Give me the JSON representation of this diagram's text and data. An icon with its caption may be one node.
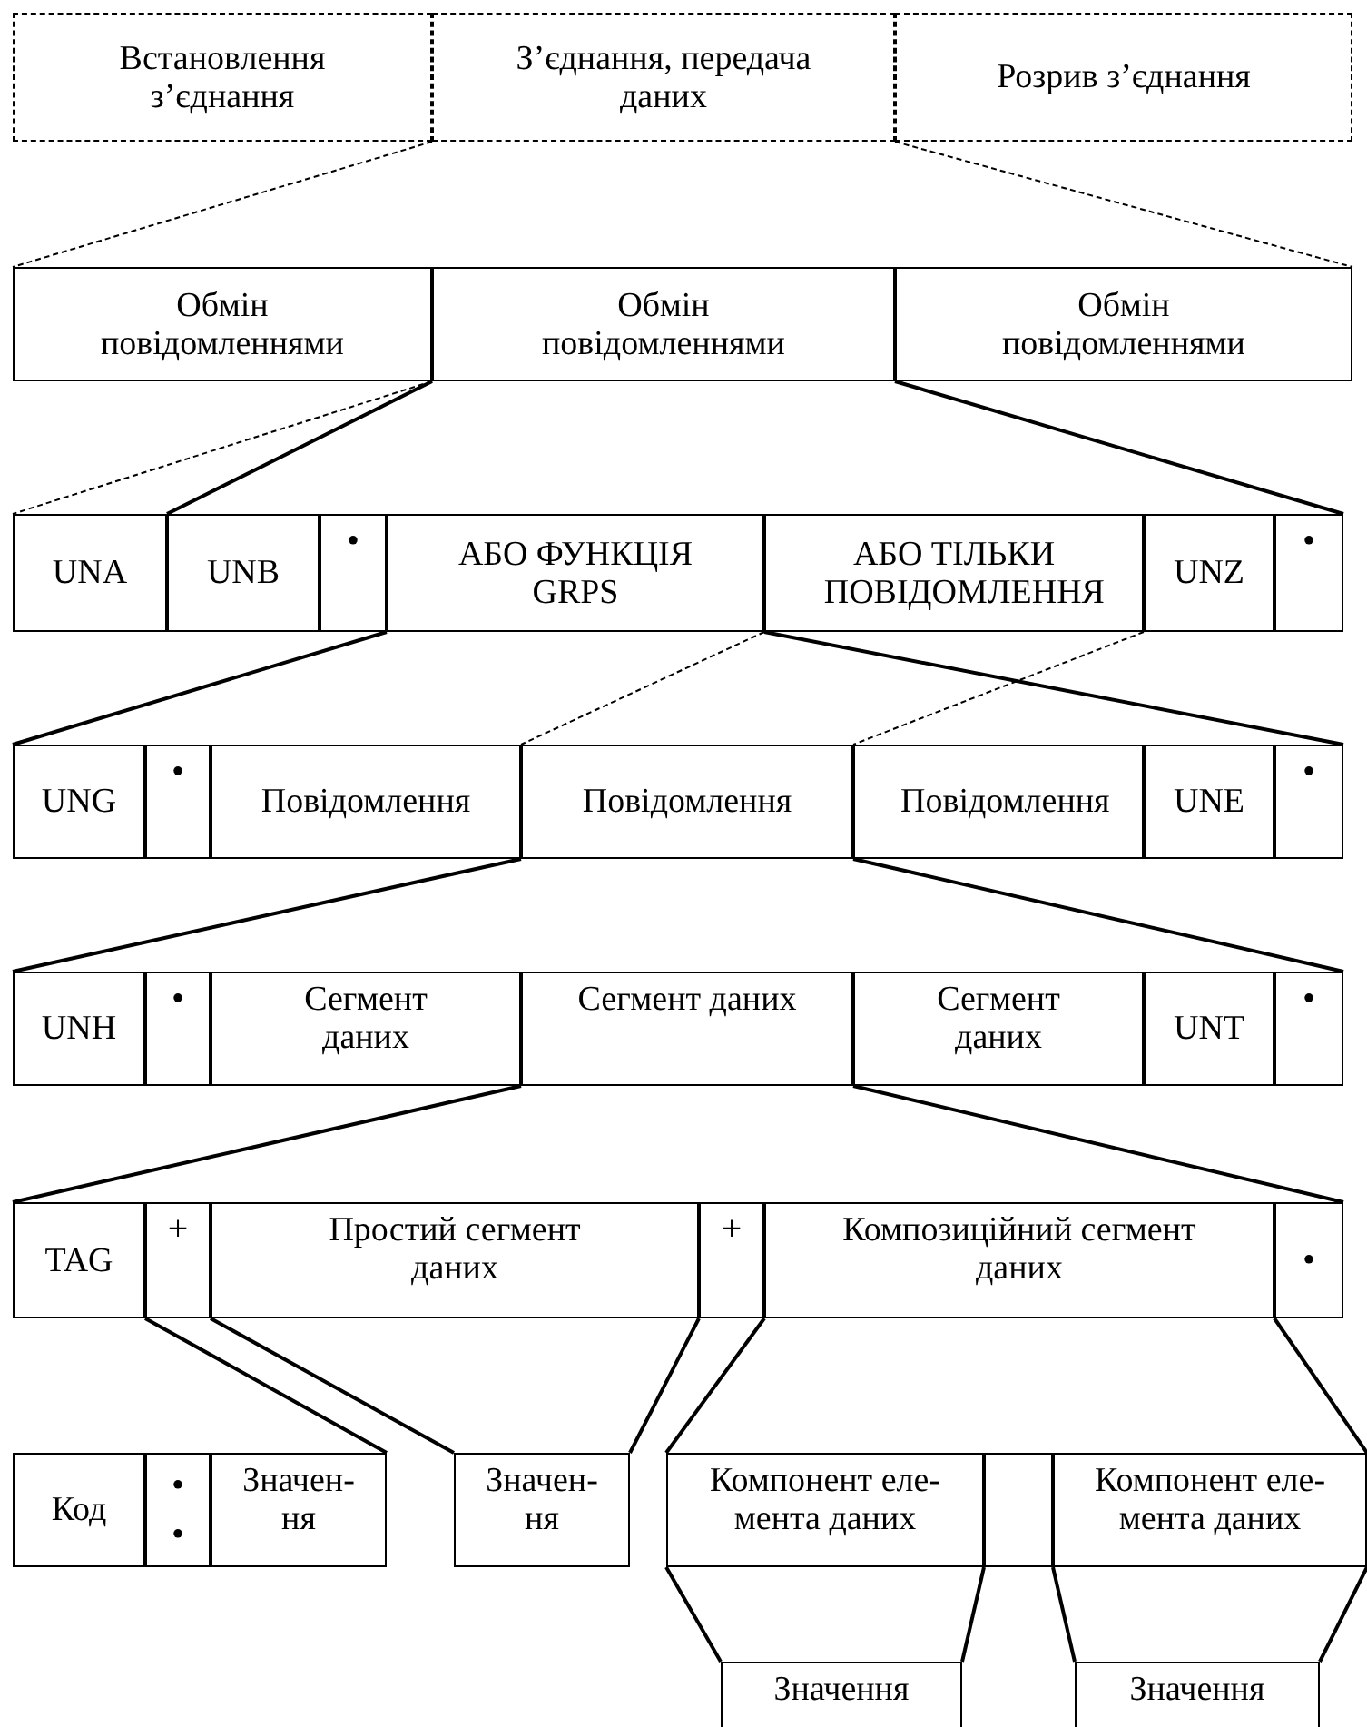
{
  "diagram": {
    "nodes": [
      {
        "text": [
          "Встановлення з’єднання"
        ]
      },
      {
        "text": [
          "З’єднання, передача даних"
        ]
      },
      {
        "text": [
          "Розрив з’єднання"
        ]
      },
      {
        "text": [
          "Обмін повідомленнями"
        ]
      },
      {
        "text": [
          "Обмін повідомленнями"
        ]
      },
      {
        "text": [
          "Обмін повідомленнями"
        ]
      },
      {
        "text": [
          "UNA"
        ]
      },
      {
        "text": [
          "UNB"
        ]
      },
      {
        "text": [
          "•"
        ]
      },
      {
        "text": [
          "АБО ФУНКЦІЯ GRPS"
        ]
      },
      {
        "text": [
          "АБО ТІЛЬКИ ПОВІДОМЛЕННЯ"
        ]
      },
      {
        "text": [
          "UNZ"
        ]
      },
      {
        "text": [
          "•"
        ]
      },
      {
        "text": [
          "UNG"
        ]
      },
      {
        "text": [
          "•"
        ]
      },
      {
        "text": [
          "Повідомлення"
        ]
      },
      {
        "text": [
          "Повідомлення"
        ]
      },
      {
        "text": [
          "Повідомлення"
        ]
      },
      {
        "text": [
          "UNE"
        ]
      },
      {
        "text": [
          "•"
        ]
      },
      {
        "text": [
          "UNH"
        ]
      },
      {
        "text": [
          "•"
        ]
      },
      {
        "text": [
          "Сегмент даних"
        ]
      },
      {
        "text": [
          "Сегмент даних"
        ]
      },
      {
        "text": [
          "Сегмент даних"
        ]
      },
      {
        "text": [
          "UNT"
        ]
      },
      {
        "text": [
          "•"
        ]
      },
      {
        "text": [
          "TAG"
        ]
      },
      {
        "text": [
          "+"
        ]
      },
      {
        "text": [
          "Простий сегмент даних"
        ]
      },
      {
        "text": [
          "+"
        ]
      },
      {
        "text": [
          "Композиційний сегмент даних"
        ]
      },
      {
        "text": [
          "•"
        ]
      },
      {
        "text": [
          "Код"
        ]
      },
      {
        "text": [
          "•",
          "•"
        ]
      },
      {
        "text": [
          "Значен- ня"
        ]
      },
      {
        "text": [
          "Значен- ня"
        ]
      },
      {
        "text": [
          "Компонент еле- мента даних"
        ]
      },
      {
        "text": [],
        "shape": "box"
      },
      {
        "text": [
          "Компонент еле- мента даних"
        ]
      },
      {
        "text": [
          "Значення"
        ]
      },
      {
        "text": [
          "Значення"
        ]
      }
    ],
    "edges": [
      {
        "from": 1,
        "to": 3,
        "arrow": "none",
        "style": "dashed"
      },
      {
        "from": 1,
        "to": 5,
        "arrow": "none",
        "style": "dashed"
      },
      {
        "from": 4,
        "to": 6,
        "arrow": "none",
        "style": "dashed"
      },
      {
        "from": 4,
        "to": 7,
        "arrow": "none"
      },
      {
        "from": 4,
        "to": 12,
        "arrow": "none"
      },
      {
        "from": 9,
        "to": 13,
        "arrow": "none"
      },
      {
        "from": 9,
        "to": 19,
        "arrow": "none"
      },
      {
        "from": 10,
        "to": 16,
        "arrow": "none",
        "style": "dashed"
      },
      {
        "from": 10,
        "to": 17,
        "arrow": "none",
        "style": "dashed"
      },
      {
        "from": 16,
        "to": 20,
        "arrow": "none"
      },
      {
        "from": 16,
        "to": 26,
        "arrow": "none"
      },
      {
        "from": 23,
        "to": 27,
        "arrow": "none"
      },
      {
        "from": 23,
        "to": 32,
        "arrow": "none"
      },
      {
        "from": 27,
        "to": 35,
        "arrow": "none"
      },
      {
        "from": 29,
        "to": 36,
        "arrow": "none"
      },
      {
        "from": 29,
        "to": 36,
        "arrow": "none"
      },
      {
        "from": 31,
        "to": 37,
        "arrow": "none"
      },
      {
        "from": 31,
        "to": 39,
        "arrow": "none"
      },
      {
        "from": 37,
        "to": 40,
        "arrow": "none"
      },
      {
        "from": 37,
        "to": 40,
        "arrow": "none"
      },
      {
        "from": 39,
        "to": 41,
        "arrow": "none"
      },
      {
        "from": 39,
        "to": 41,
        "arrow": "none"
      }
    ]
  }
}
